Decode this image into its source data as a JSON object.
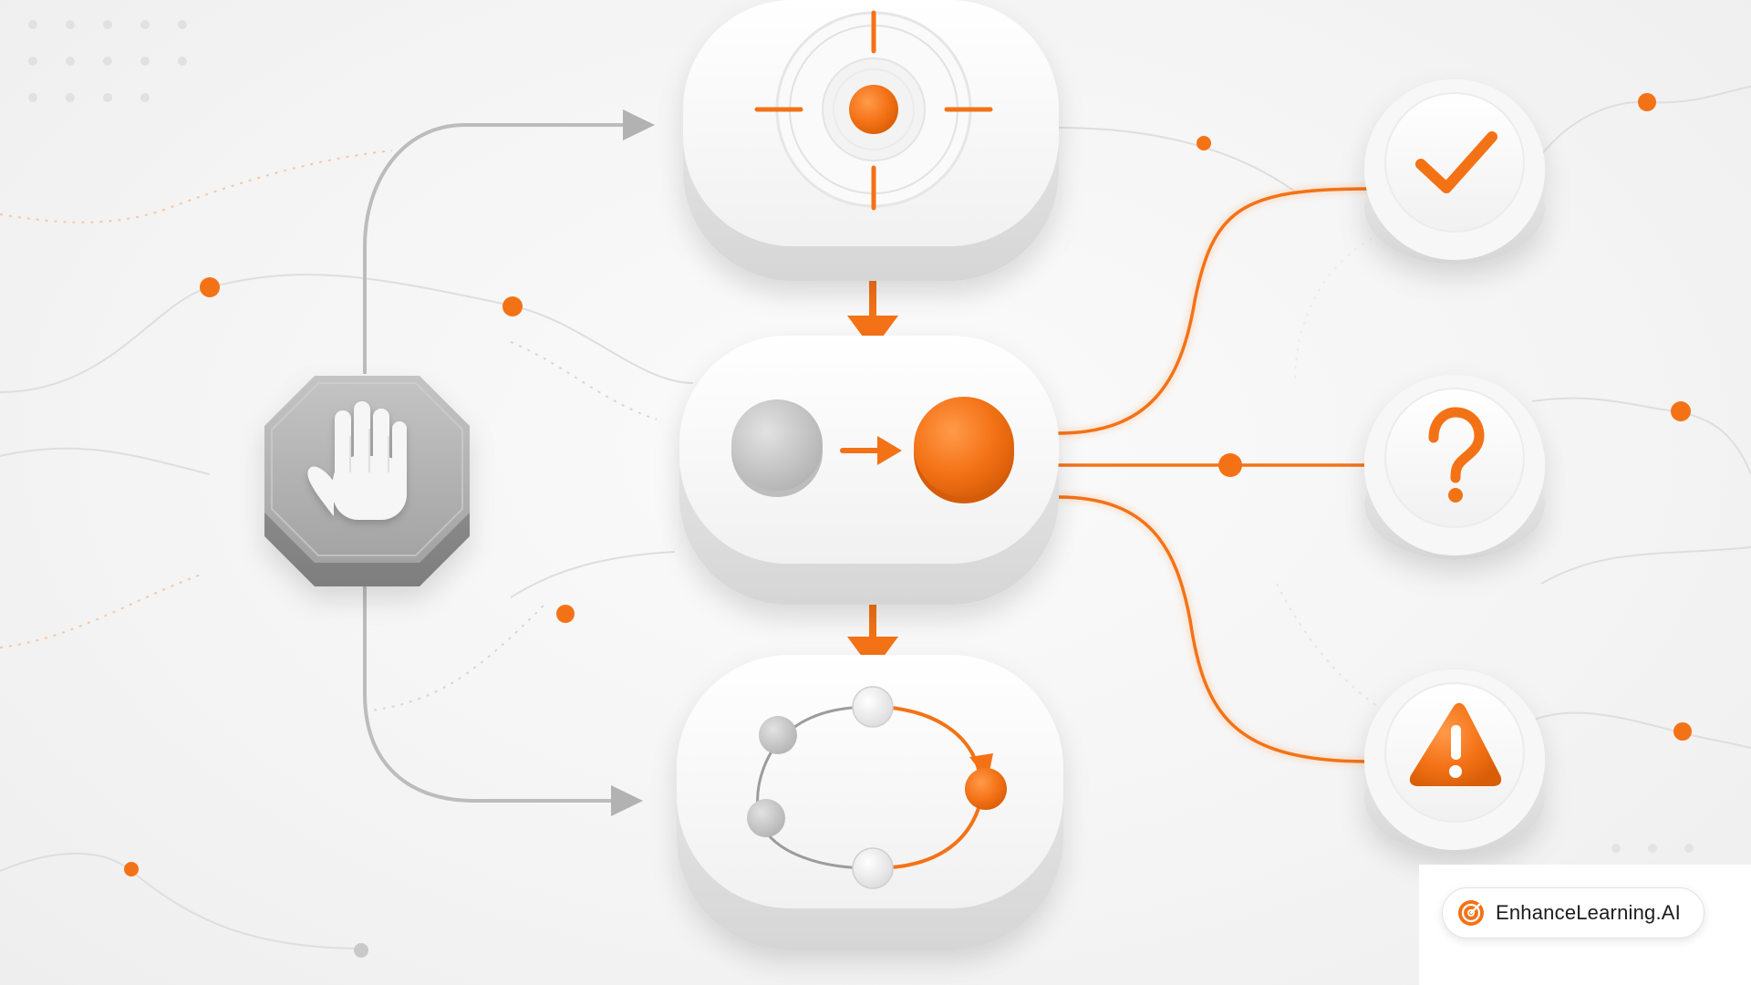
{
  "colors": {
    "accent": "#f47216",
    "accent_dark": "#d95d0a",
    "node_white": "#ffffff",
    "stop_gray": "#a9a9a9",
    "line_gray": "#b8b8b8",
    "background": "#f4f4f4"
  },
  "diagram": {
    "stop_node": {
      "icon": "raised-hand-icon"
    },
    "nodes": [
      {
        "id": "target",
        "icon": "crosshair-target-icon"
      },
      {
        "id": "transition",
        "icon": "state-transition-icon"
      },
      {
        "id": "cycle",
        "icon": "cycle-loop-icon"
      }
    ],
    "outcomes": [
      {
        "id": "success",
        "icon": "checkmark-icon"
      },
      {
        "id": "uncertain",
        "icon": "question-mark-icon"
      },
      {
        "id": "warning",
        "icon": "warning-triangle-icon"
      }
    ]
  },
  "brand": {
    "label": "EnhanceLearning.AI",
    "logo_icon": "target-logo-icon"
  }
}
